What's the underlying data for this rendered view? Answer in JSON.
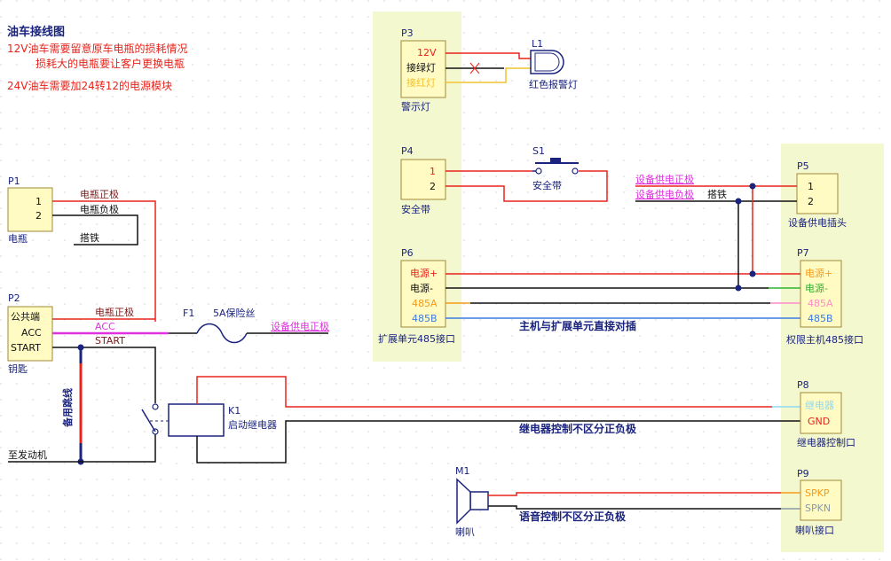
{
  "title": "油车接线图",
  "notes": [
    "12V油车需要留意原车电瓶的损耗情况",
    "损耗大的电瓶要让客户更换电瓶",
    "24V油车需要加24转12的电源模块"
  ],
  "annotations": {
    "direct": "主机与扩展单元直接对插",
    "relay": "继电器控制不区分正负极",
    "speaker": "语音控制不区分正负极"
  },
  "colors": {
    "red": "#e8231b",
    "black": "#111111",
    "magenta": "#e030e0",
    "yellow": "#f1c232",
    "green": "#2fb12f",
    "orange": "#f59a1a",
    "pink": "#ff8cc8",
    "blue": "#3a7be0",
    "cyan": "#8fd8f0",
    "navy": "#1a237e",
    "box": "#fffbc2",
    "zone": "#f3f8cf"
  },
  "parts": {
    "P1": {
      "ref": "P1",
      "name": "电瓶",
      "pins": [
        "1",
        "2"
      ]
    },
    "P2": {
      "ref": "P2",
      "name": "钥匙",
      "pins": [
        "公共端",
        "ACC",
        "START"
      ]
    },
    "P3": {
      "ref": "P3",
      "name": "警示灯",
      "pins": [
        "12V",
        "接绿灯",
        "接红灯"
      ]
    },
    "P4": {
      "ref": "P4",
      "name": "安全带",
      "pins": [
        "1",
        "2"
      ]
    },
    "P5": {
      "ref": "P5",
      "name": "设备供电插头",
      "pins": [
        "1",
        "2"
      ]
    },
    "P6": {
      "ref": "P6",
      "name": "扩展单元485接口",
      "pins": [
        "电源+",
        "电源-",
        "485A",
        "485B"
      ]
    },
    "P7": {
      "ref": "P7",
      "name": "权限主机485接口",
      "pins": [
        "电源+",
        "电源-",
        "485A",
        "485B"
      ]
    },
    "P8": {
      "ref": "P8",
      "name": "继电器控制口",
      "pins": [
        "继电器",
        "GND"
      ]
    },
    "P9": {
      "ref": "P9",
      "name": "喇叭接口",
      "pins": [
        "SPKP",
        "SPKN"
      ]
    },
    "L1": {
      "ref": "L1",
      "name": "红色报警灯"
    },
    "S1": {
      "ref": "S1",
      "name": "安全带"
    },
    "F1": {
      "ref": "F1",
      "name": "5A保险丝"
    },
    "K1": {
      "ref": "K1",
      "name": "启动继电器"
    },
    "M1": {
      "ref": "M1",
      "name": "喇叭"
    }
  },
  "wire_labels": {
    "bat_pos": "电瓶正极",
    "bat_neg": "电瓶负极",
    "ground": "搭铁",
    "bat_pos2": "电瓶正极",
    "acc": "ACC",
    "start": "START",
    "dev_pos": "设备供电正极",
    "dev_pos2": "设备供电正极",
    "dev_neg": "设备供电负极",
    "ground2": "搭铁",
    "backup": "备用跳线",
    "engine": "至发动机"
  }
}
